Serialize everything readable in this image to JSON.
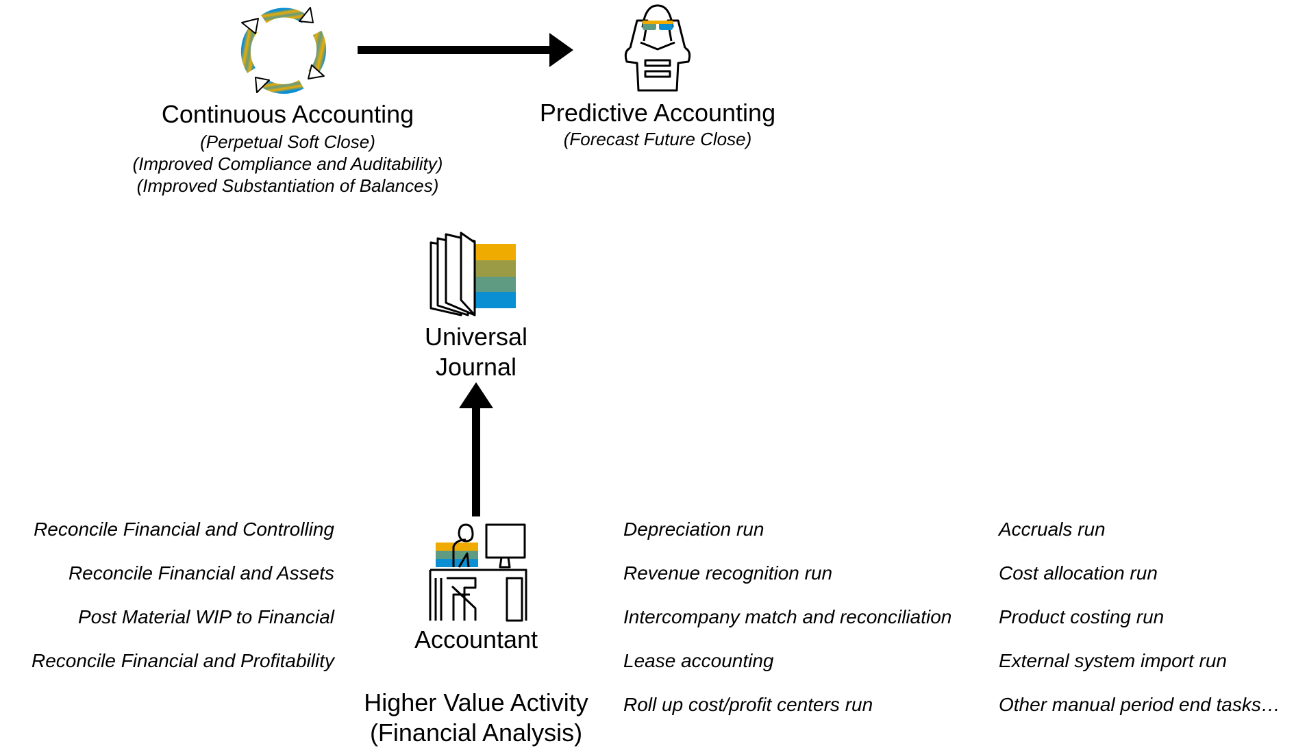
{
  "continuous": {
    "title": "Continuous Accounting",
    "lines": [
      "(Perpetual Soft Close)",
      "(Improved Compliance and Auditability)",
      "(Improved Substantiation of Balances)"
    ]
  },
  "predictive": {
    "title": "Predictive Accounting",
    "lines": [
      "(Forecast Future Close)"
    ]
  },
  "journal": {
    "line1": "Universal",
    "line2": "Journal"
  },
  "accountant": {
    "label": "Accountant"
  },
  "higher_value": {
    "line1": "Higher Value Activity",
    "line2": "(Financial Analysis)"
  },
  "tasks_left": [
    "Reconcile Financial and Controlling",
    "Reconcile Financial and Assets",
    "Post Material WIP to Financial",
    "Reconcile Financial and Profitability"
  ],
  "tasks_middle": [
    "Depreciation run",
    "Revenue recognition run",
    "Intercompany match and reconciliation",
    "Lease accounting",
    "Roll up cost/profit centers run"
  ],
  "tasks_right": [
    "Accruals run",
    "Cost allocation run",
    "Product costing run",
    "External system import run",
    "Other manual period end tasks…"
  ],
  "icons": {
    "continuous": "cycle-arrows-icon",
    "predictive": "person-binoculars-icon",
    "journal": "open-book-icon",
    "accountant": "accountant-at-desk-icon"
  },
  "colors": {
    "gold": "#f0ab00",
    "olive": "#9b9b46",
    "teal": "#5f9b82",
    "blue": "#0a8fd2",
    "arrow": "#000000"
  }
}
